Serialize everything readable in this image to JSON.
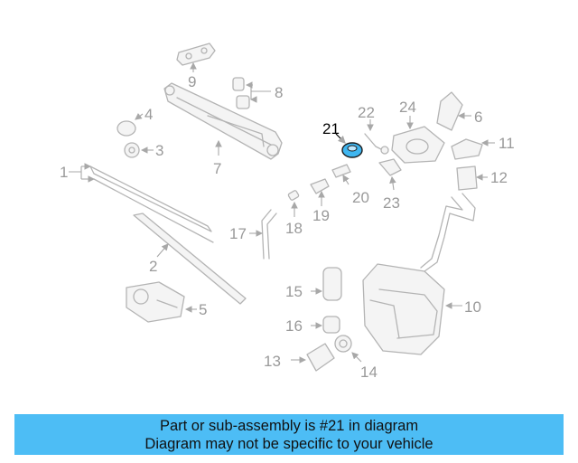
{
  "diagram": {
    "callouts": {
      "c1": "1",
      "c2": "2",
      "c3": "3",
      "c4": "4",
      "c5": "5",
      "c6": "6",
      "c7": "7",
      "c8": "8",
      "c9": "9",
      "c10": "10",
      "c11": "11",
      "c12": "12",
      "c13": "13",
      "c14": "14",
      "c15": "15",
      "c16": "16",
      "c17": "17",
      "c18": "18",
      "c19": "19",
      "c20": "20",
      "c21": "21",
      "c22": "22",
      "c23": "23",
      "c24": "24"
    },
    "highlighted_part": "21",
    "highlight_color": "#3fb6f0",
    "part_line_color": "#b4b4b4"
  },
  "banner": {
    "line1": "Part or sub-assembly is #21 in diagram",
    "line2": "Diagram may not be specific to your vehicle",
    "background": "#4dbdf5"
  }
}
